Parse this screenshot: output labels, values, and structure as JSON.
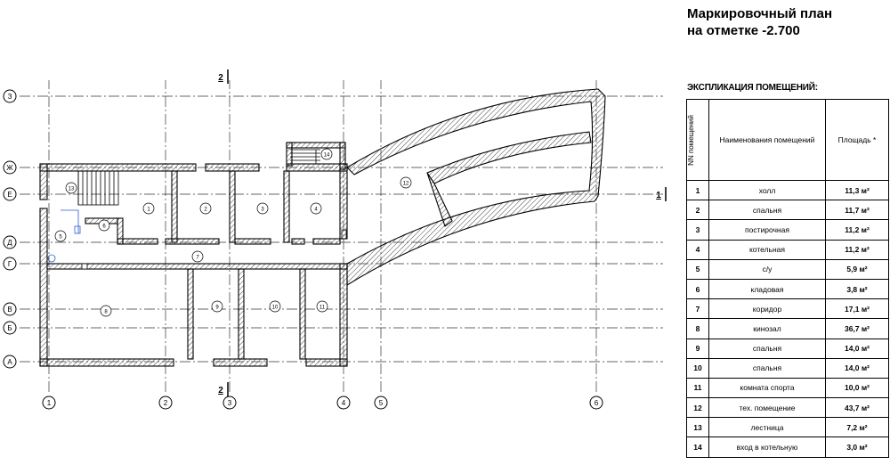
{
  "title": {
    "line1": "Маркировочный план",
    "line2": "на отметке -2.700"
  },
  "explication": {
    "heading": "ЭКСПЛИКАЦИЯ ПОМЕЩЕНИЙ:",
    "col_num": "NN помещений",
    "col_name": "Наименования помещений",
    "col_area": "Площадь *",
    "rows": [
      {
        "n": "1",
        "name": "холл",
        "area": "11,3 м²"
      },
      {
        "n": "2",
        "name": "спальня",
        "area": "11,7 м²"
      },
      {
        "n": "3",
        "name": "постирочная",
        "area": "11,2 м²"
      },
      {
        "n": "4",
        "name": "котельная",
        "area": "11,2 м²"
      },
      {
        "n": "5",
        "name": "с/у",
        "area": "5,9 м²"
      },
      {
        "n": "6",
        "name": "кладовая",
        "area": "3,8 м²"
      },
      {
        "n": "7",
        "name": "коридор",
        "area": "17,1 м²"
      },
      {
        "n": "8",
        "name": "кинозал",
        "area": "36,7 м²"
      },
      {
        "n": "9",
        "name": "спальня",
        "area": "14,0 м²"
      },
      {
        "n": "10",
        "name": "спальня",
        "area": "14,0 м²"
      },
      {
        "n": "11",
        "name": "комната спорта",
        "area": "10,0 м²"
      },
      {
        "n": "12",
        "name": "тех. помещение",
        "area": "43,7 м²"
      },
      {
        "n": "13",
        "name": "лестница",
        "area": "7,2 м²"
      },
      {
        "n": "14",
        "name": "вход в котельную",
        "area": "3,0 м²"
      }
    ]
  },
  "axes": {
    "rows": [
      "З",
      "Ж",
      "Е",
      "Д",
      "Г",
      "В",
      "Б",
      "А"
    ],
    "cols": [
      "1",
      "2",
      "3",
      "4",
      "5",
      "6"
    ]
  },
  "section_marks": {
    "top": "2",
    "bottom": "2",
    "right": "1"
  },
  "room_labels": [
    "1",
    "2",
    "3",
    "4",
    "5",
    "6",
    "7",
    "8",
    "9",
    "10",
    "11",
    "12",
    "13",
    "14"
  ]
}
